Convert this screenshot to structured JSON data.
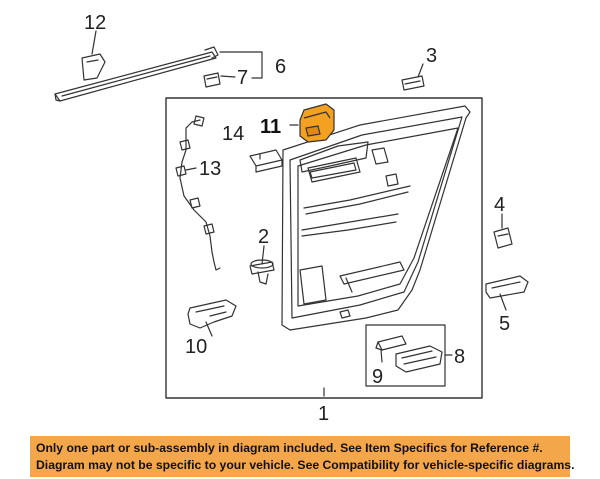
{
  "diagram": {
    "callouts": {
      "c1": "1",
      "c2": "2",
      "c3": "3",
      "c4": "4",
      "c5": "5",
      "c6": "6",
      "c7": "7",
      "c8": "8",
      "c9": "9",
      "c10": "10",
      "c11": "11",
      "c12": "12",
      "c13": "13",
      "c14": "14"
    },
    "highlight_color": "#f4a020"
  },
  "banner": {
    "line1": "Only one part or sub-assembly in diagram included. See Item Specifics for Reference #.",
    "line2": "Diagram may not be specific to your vehicle. See Compatibility for vehicle-specific diagrams.",
    "color": "#f4a64a"
  }
}
